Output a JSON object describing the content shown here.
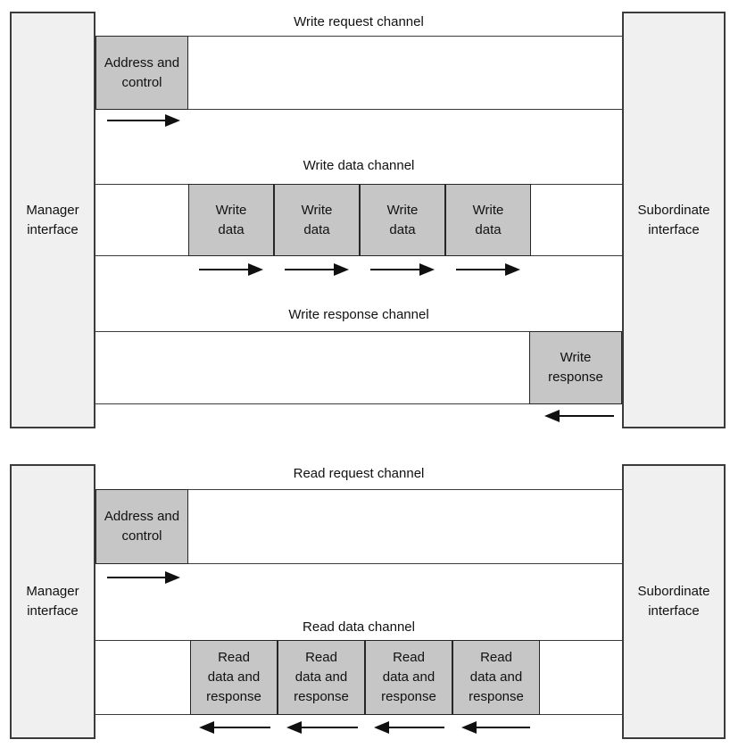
{
  "colors": {
    "background": "#ffffff",
    "interface_box_bg": "#f0f0f0",
    "payload_box_bg": "#c6c6c6",
    "line": "#3b3b3b",
    "line_dark": "#262626",
    "arrow": "#101010",
    "text": "#111111"
  },
  "write_diagram": {
    "manager": {
      "lines": [
        "Manager",
        "interface"
      ]
    },
    "subordinate": {
      "lines": [
        "Subordinate",
        "interface"
      ]
    },
    "request_channel": {
      "label": "Write request channel",
      "direction": "manager-to-subordinate",
      "boxes": [
        {
          "lines": [
            "Address and",
            "control"
          ]
        }
      ]
    },
    "data_channel": {
      "label": "Write data channel",
      "direction": "manager-to-subordinate",
      "boxes": [
        {
          "lines": [
            "Write",
            "data"
          ]
        },
        {
          "lines": [
            "Write",
            "data"
          ]
        },
        {
          "lines": [
            "Write",
            "data"
          ]
        },
        {
          "lines": [
            "Write",
            "data"
          ]
        }
      ]
    },
    "response_channel": {
      "label": "Write response channel",
      "direction": "subordinate-to-manager",
      "boxes": [
        {
          "lines": [
            "Write",
            "response"
          ]
        }
      ]
    }
  },
  "read_diagram": {
    "manager": {
      "lines": [
        "Manager",
        "interface"
      ]
    },
    "subordinate": {
      "lines": [
        "Subordinate",
        "interface"
      ]
    },
    "request_channel": {
      "label": "Read request channel",
      "direction": "manager-to-subordinate",
      "boxes": [
        {
          "lines": [
            "Address and",
            "control"
          ]
        }
      ]
    },
    "data_channel": {
      "label": "Read data channel",
      "direction": "subordinate-to-manager",
      "boxes": [
        {
          "lines": [
            "Read",
            "data and",
            "response"
          ]
        },
        {
          "lines": [
            "Read",
            "data and",
            "response"
          ]
        },
        {
          "lines": [
            "Read",
            "data and",
            "response"
          ]
        },
        {
          "lines": [
            "Read",
            "data and",
            "response"
          ]
        }
      ]
    }
  }
}
